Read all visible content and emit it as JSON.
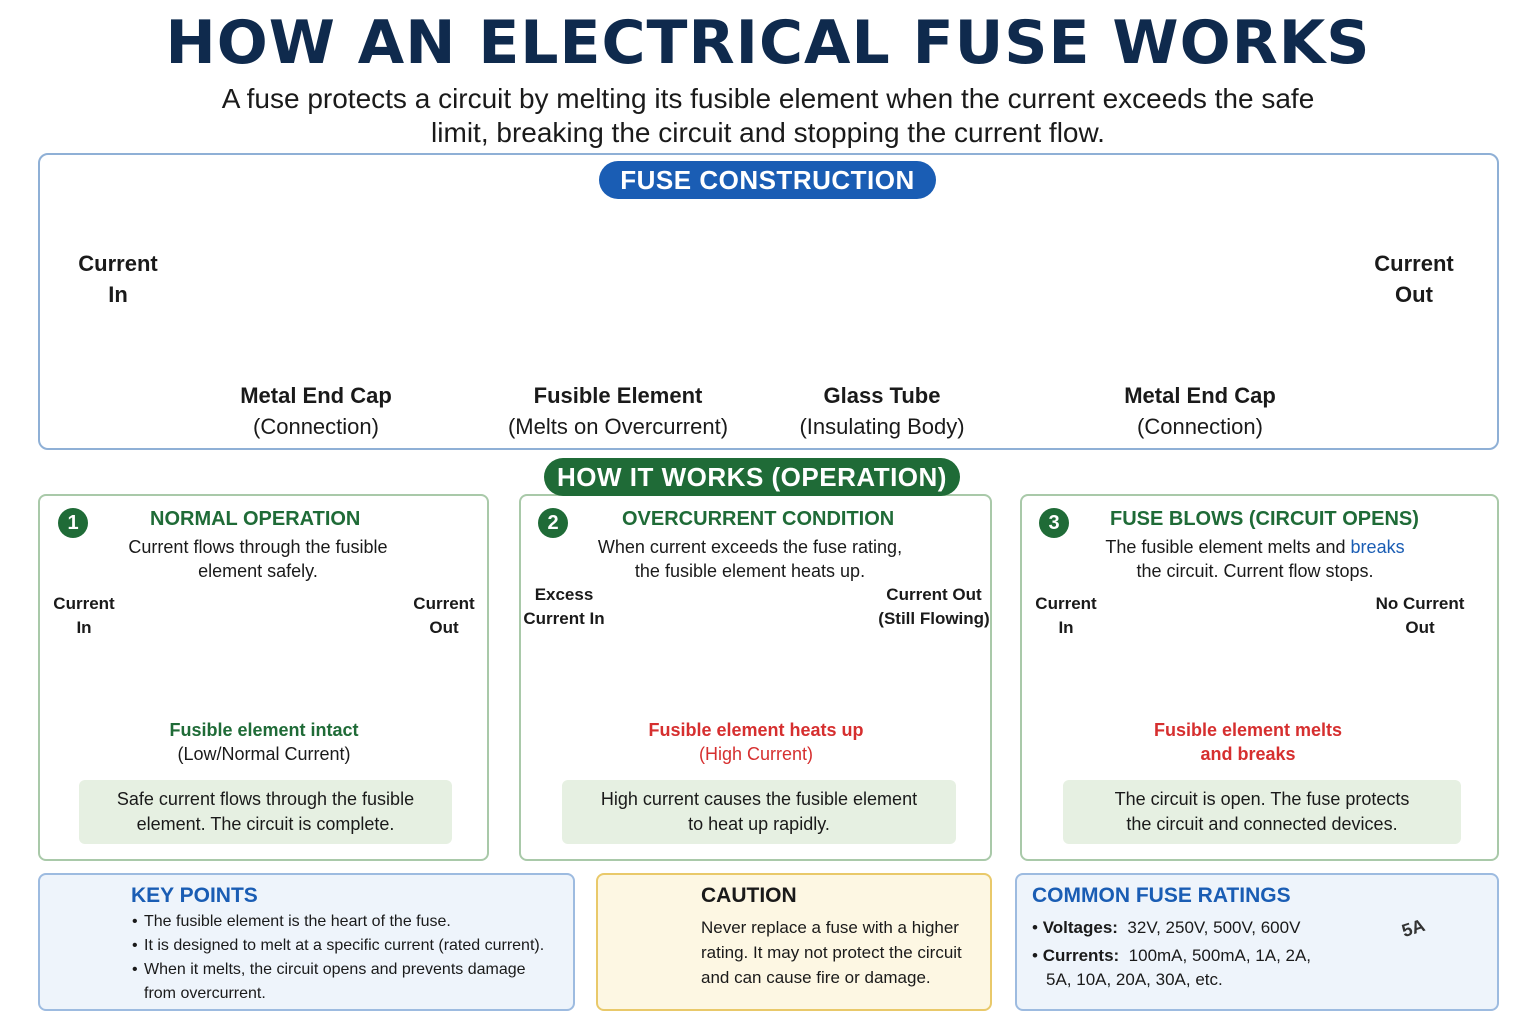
{
  "title": "HOW AN ELECTRICAL FUSE WORKS",
  "subtitle": "A fuse protects a circuit by melting its fusible element when the current exceeds the safe limit, breaking the circuit and stopping the current flow.",
  "construction": {
    "heading": "FUSE CONSTRUCTION",
    "current_in": [
      "Current",
      "In"
    ],
    "current_out": [
      "Current",
      "Out"
    ],
    "labels": [
      {
        "name": "Metal End Cap",
        "desc": "(Connection)"
      },
      {
        "name": "Fusible Element",
        "desc": "(Melts on Overcurrent)"
      },
      {
        "name": "Glass Tube",
        "desc": "(Insulating Body)"
      },
      {
        "name": "Metal End Cap",
        "desc": "(Connection)"
      }
    ]
  },
  "operation": {
    "heading": "HOW IT WORKS (OPERATION)",
    "steps": [
      {
        "num": "1",
        "title": "NORMAL OPERATION",
        "desc": [
          "Current flows through the fusible",
          "element safely."
        ],
        "in": [
          "Current",
          "In"
        ],
        "out": [
          "Current",
          "Out"
        ],
        "status": [
          "Fusible element intact",
          "(Low/Normal Current)"
        ],
        "note": [
          "Safe current flows through the fusible",
          "element. The circuit is complete."
        ]
      },
      {
        "num": "2",
        "title": "OVERCURRENT CONDITION",
        "desc": [
          "When current exceeds the fuse rating,",
          "the fusible element heats up."
        ],
        "in": [
          "Excess",
          "Current In"
        ],
        "out": [
          "Current Out",
          "(Still Flowing)"
        ],
        "status": [
          "Fusible element heats up",
          "(High Current)"
        ],
        "note": [
          "High current causes the fusible element",
          "to heat up rapidly."
        ]
      },
      {
        "num": "3",
        "title": "FUSE BLOWS (CIRCUIT OPENS)",
        "desc_a": "The fusible element melts and ",
        "desc_b": "breaks",
        "desc_c": "the circuit. Current flow stops.",
        "in": [
          "Current",
          "In"
        ],
        "out": [
          "No Current",
          "Out"
        ],
        "status": [
          "Fusible element melts",
          "and breaks"
        ],
        "note": [
          "The circuit is open. The fuse protects",
          "the circuit and connected devices."
        ]
      }
    ]
  },
  "key_points": {
    "title": "KEY POINTS",
    "items": [
      "The fusible element is the heart of the fuse.",
      "It is designed to melt at a specific current (rated current).",
      "When it melts, the circuit opens and prevents damage",
      "from overcurrent."
    ]
  },
  "caution": {
    "title": "CAUTION",
    "lines": [
      "Never replace a fuse with a higher",
      "rating. It may not protect the circuit",
      "and can cause fire or damage."
    ]
  },
  "ratings": {
    "title": "COMMON FUSE RATINGS",
    "voltages_label": "Voltages:",
    "voltages": "32V, 250V, 500V, 600V",
    "currents_label": "Currents:",
    "currents": "100mA, 500mA, 1A, 2A,",
    "currents2": "5A, 10A, 20A, 30A, etc.",
    "fuse_marking": "5A"
  },
  "colors": {
    "title": "#0f2a4d",
    "blue": "#1a5db4",
    "green": "#1f6b37",
    "red": "#d62f2f"
  }
}
